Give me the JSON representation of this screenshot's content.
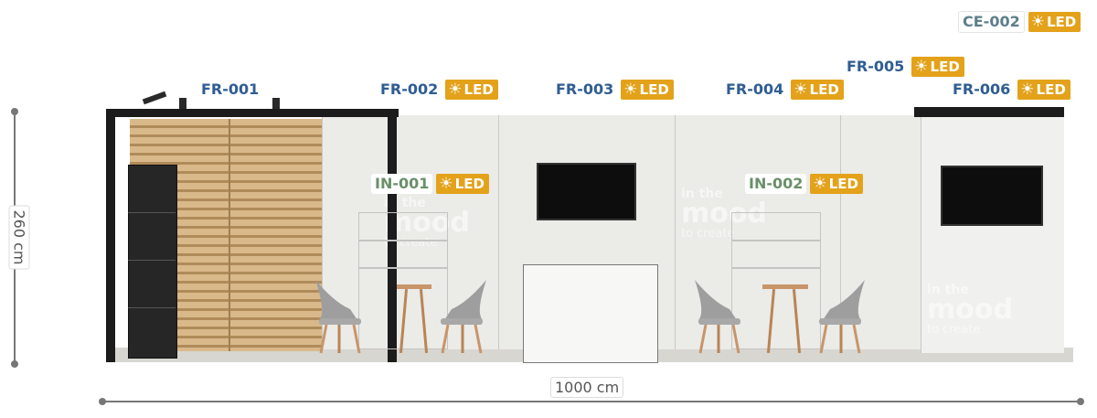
{
  "dimensions": {
    "height": "260 cm",
    "width": "1000 cm"
  },
  "labels": {
    "fr001": {
      "code": "FR-001"
    },
    "fr002": {
      "code": "FR-002",
      "led": "LED"
    },
    "fr003": {
      "code": "FR-003",
      "led": "LED"
    },
    "fr004": {
      "code": "FR-004",
      "led": "LED"
    },
    "fr005": {
      "code": "FR-005",
      "led": "LED"
    },
    "fr006": {
      "code": "FR-006",
      "led": "LED"
    },
    "ce002": {
      "code": "CE-002",
      "led": "LED"
    },
    "in001": {
      "code": "IN-001",
      "led": "LED"
    },
    "in002": {
      "code": "IN-002",
      "led": "LED"
    }
  },
  "watermark": {
    "line1": "in the",
    "line2": "mood",
    "line3": "to create"
  },
  "colors": {
    "led_badge": "#e3a21a",
    "frame_code": "#2f5d93",
    "inline_code": "#6a8f6a",
    "ceiling_code": "#5d7f8a"
  },
  "icons": {
    "led": "sun-icon"
  }
}
